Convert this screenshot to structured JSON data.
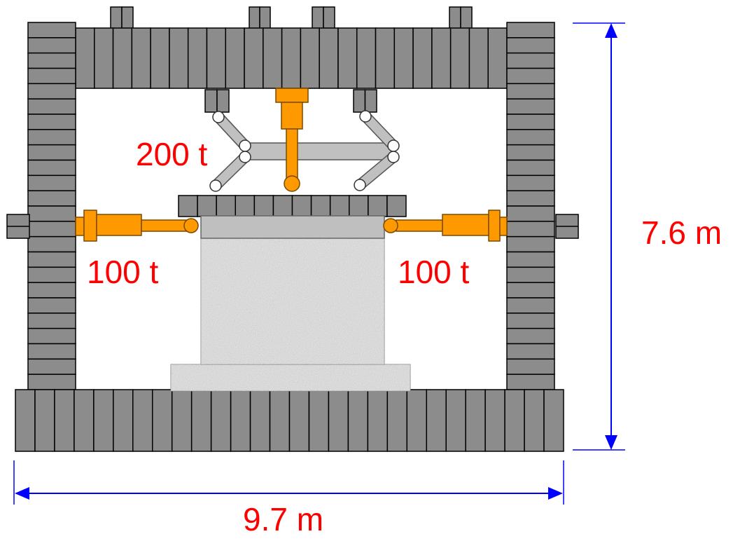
{
  "labels": {
    "vertical_actuator": "200 t",
    "left_actuator": "100 t",
    "right_actuator": "100 t",
    "height": "7.6 m",
    "width": "9.7 m"
  },
  "colors": {
    "frame": "#8c8c8c",
    "frame_stroke": "#000000",
    "actuator": "#ff9900",
    "actuator_stroke": "#7a4a00",
    "link": "#c0c0c0",
    "link_stroke": "#555555",
    "specimen": "#e9e9e9",
    "dimension_line": "#0000ff",
    "label": "#ff0000"
  },
  "icons": {
    "dimension_arrow": "arrowhead"
  }
}
